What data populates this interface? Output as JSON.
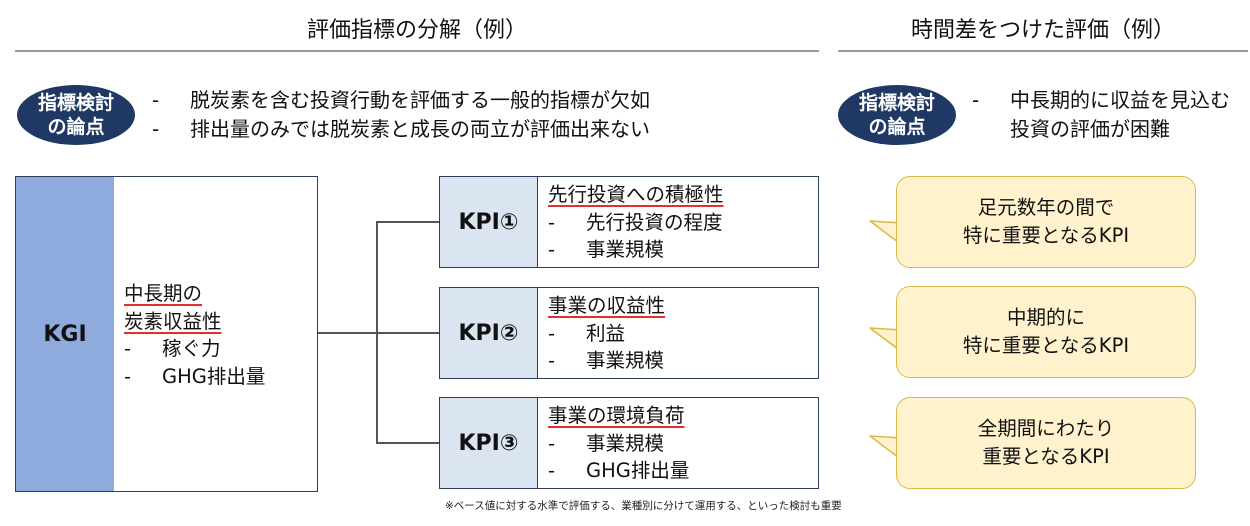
{
  "left": {
    "title": "評価指標の分解（例）",
    "badge": {
      "line1": "指標検討",
      "line2": "の論点"
    },
    "issues": [
      {
        "dash": "-",
        "text": "脱炭素を含む投資行動を評価する一般的指標が欠如"
      },
      {
        "dash": "-",
        "text": "排出量のみでは脱炭素と成長の両立が評価出来ない"
      }
    ]
  },
  "right": {
    "title": "時間差をつけた評価（例）",
    "badge": {
      "line1": "指標検討",
      "line2": "の論点"
    },
    "issue": {
      "dash": "-",
      "line1": "中長期的に収益を見込む",
      "line2": "投資の評価が困難"
    }
  },
  "kgi": {
    "label": "KGI",
    "heading1": "中長期の",
    "heading2": "炭素収益性",
    "items": [
      {
        "dash": "-",
        "text": "稼ぐ力"
      },
      {
        "dash": "-",
        "text": "GHG排出量"
      }
    ]
  },
  "kpis": [
    {
      "label": "KPI①",
      "heading": "先行投資への積極性",
      "items": [
        {
          "dash": "-",
          "text": "先行投資の程度"
        },
        {
          "dash": "-",
          "text": "事業規模"
        }
      ]
    },
    {
      "label": "KPI②",
      "heading": "事業の収益性",
      "items": [
        {
          "dash": "-",
          "text": "利益"
        },
        {
          "dash": "-",
          "text": "事業規模"
        }
      ]
    },
    {
      "label": "KPI③",
      "heading": "事業の環境負荷",
      "items": [
        {
          "dash": "-",
          "text": "事業規模"
        },
        {
          "dash": "-",
          "text": "GHG排出量"
        }
      ]
    }
  ],
  "bubbles": [
    {
      "line1": "足元数年の間で",
      "line2": "特に重要となるKPI"
    },
    {
      "line1": "中期的に",
      "line2": "特に重要となるKPI"
    },
    {
      "line1": "全期間にわたり",
      "line2": "重要となるKPI"
    }
  ],
  "footnote": "※ベース値に対する水準で評価する、業種別に分けて運用する、といった検討も重要",
  "colors": {
    "badge": "#1f3864",
    "kgi": "#8faadc",
    "kpi": "#dbe4f1",
    "bubble": "#fff2cc",
    "underline": "#e03131"
  }
}
